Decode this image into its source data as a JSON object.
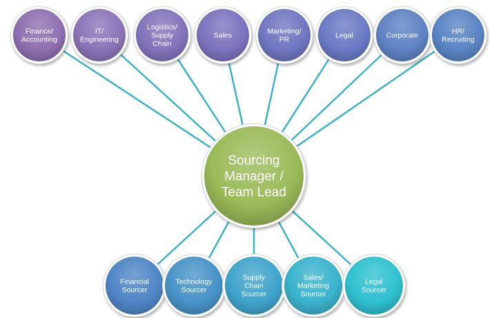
{
  "diagram": {
    "center": {
      "label_lines": [
        "Sourcing",
        "Manager /",
        "Team Lead"
      ],
      "color": "#9BBB59"
    },
    "top_nodes": [
      {
        "lines": [
          "Finance/",
          "Accounting"
        ],
        "color": "#8E6FB0"
      },
      {
        "lines": [
          "IT/",
          "Engineering"
        ],
        "color": "#8A74B8"
      },
      {
        "lines": [
          "Logistics/",
          "Supply",
          "Chain"
        ],
        "color": "#8273BA"
      },
      {
        "lines": [
          "Sales"
        ],
        "color": "#7B73BD"
      },
      {
        "lines": [
          "Marketing/",
          "PR"
        ],
        "color": "#7076C0"
      },
      {
        "lines": [
          "Legal"
        ],
        "color": "#6A7AC4"
      },
      {
        "lines": [
          "Corporate"
        ],
        "color": "#5F82C4"
      },
      {
        "lines": [
          "HR/",
          "Recruiting"
        ],
        "color": "#5A84C4"
      }
    ],
    "bottom_nodes": [
      {
        "lines": [
          "Financial",
          "Sourcer"
        ],
        "color": "#4F86C6"
      },
      {
        "lines": [
          "Technology",
          "Sourcer"
        ],
        "color": "#4893C8"
      },
      {
        "lines": [
          "Supply",
          "Chain",
          "Sourcer"
        ],
        "color": "#40A4CB"
      },
      {
        "lines": [
          "Sales/",
          "Marketing",
          "Sourcer"
        ],
        "color": "#3AB3CD"
      },
      {
        "lines": [
          "Legal",
          "Sourcer"
        ],
        "color": "#2FC0CF"
      }
    ],
    "connector_color": "#3BB3C3"
  }
}
